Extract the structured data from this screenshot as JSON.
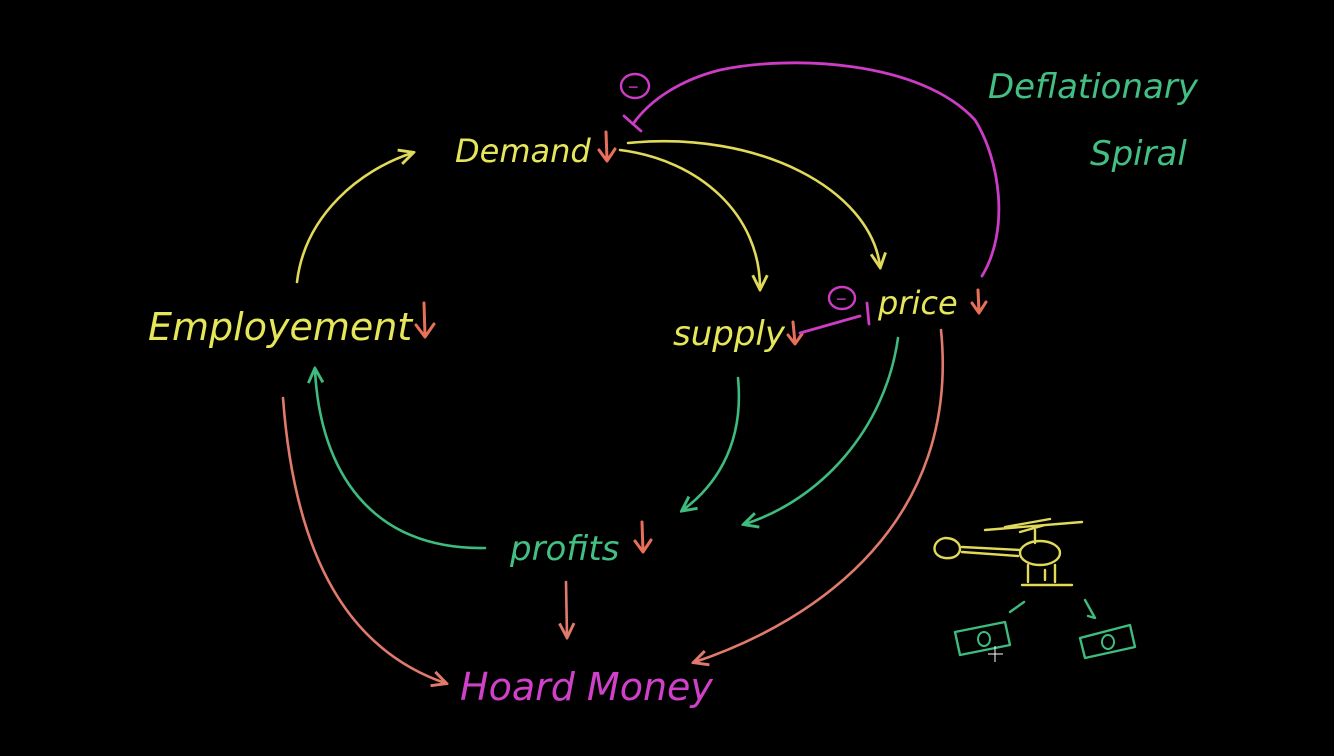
{
  "title": {
    "line1": "Deflationary",
    "line2": "Spiral",
    "color": "#43bf84"
  },
  "nodes": {
    "demand": "Demand",
    "employment": "Employement",
    "supply": "supply",
    "price": "price",
    "profits": "profits",
    "hoard_money": "Hoard Money"
  },
  "signs": {
    "negative_top": "−",
    "negative_supply": "−"
  },
  "colors": {
    "yellow": "#e6e65a",
    "green": "#43bf84",
    "salmon": "#e8705a",
    "magenta": "#d040c8",
    "background": "#000000"
  }
}
